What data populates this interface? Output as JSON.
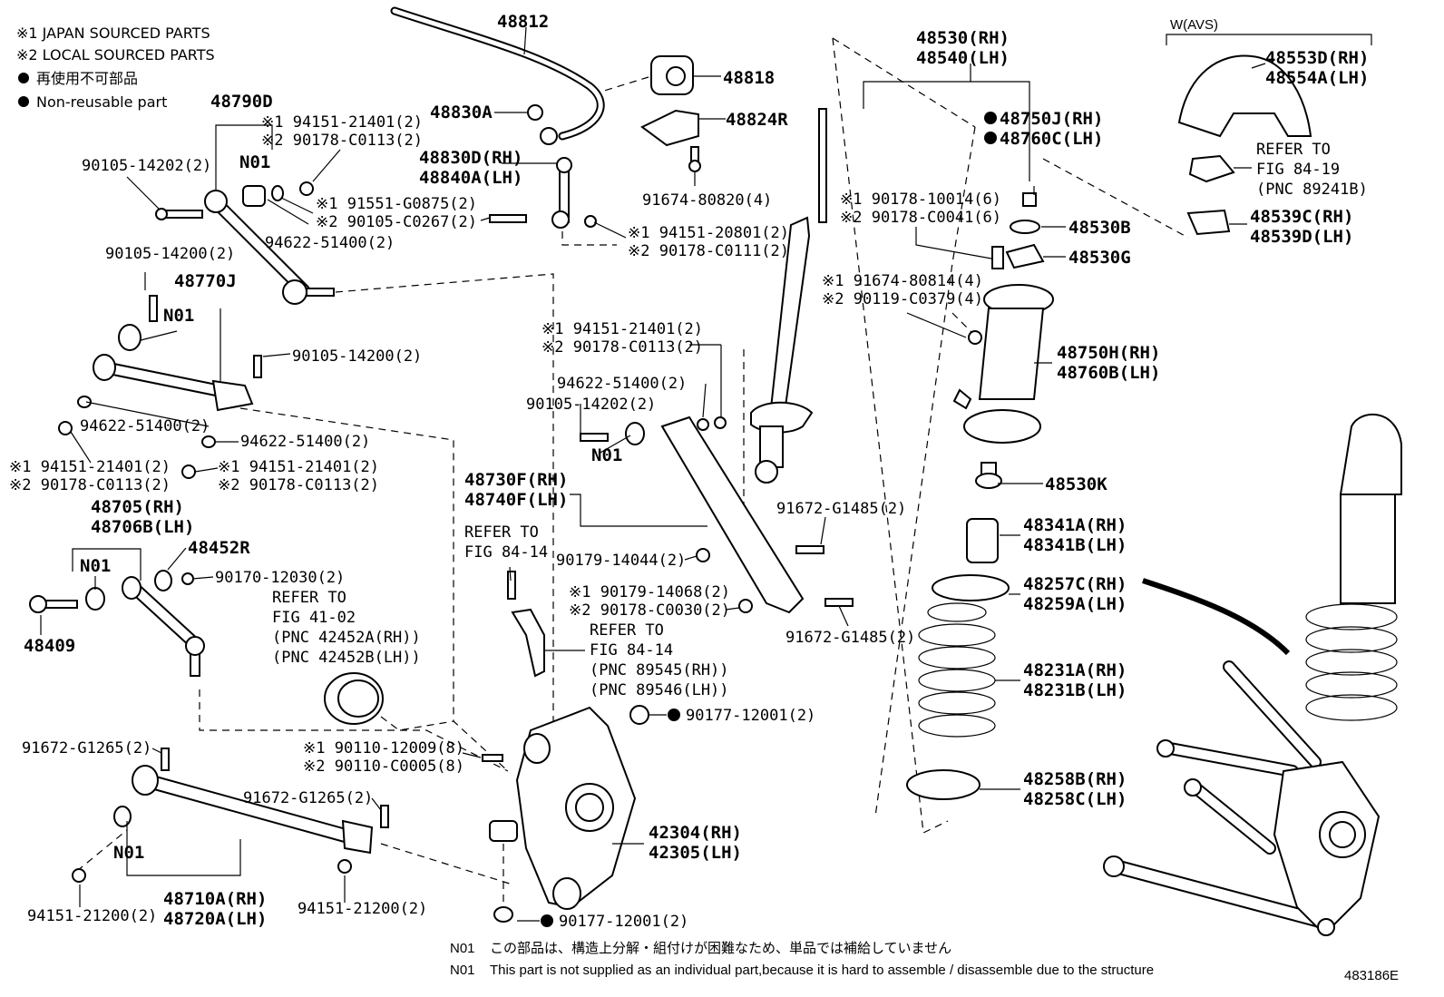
{
  "legend": {
    "japan": "※1 JAPAN SOURCED PARTS",
    "local": "※2 LOCAL SOURCED PARTS",
    "nonreuse_jp": "再使用不可部品",
    "nonreuse_en": "Non-reusable part"
  },
  "labels": {
    "p48812": "48812",
    "p48818": "48818",
    "p48830A": "48830A",
    "p48824R": "48824R",
    "p48830D": "48830D(RH)",
    "p48840A": "48840A(LH)",
    "p91674_80820": "91674-80820(4)",
    "p48790D": "48790D",
    "p94151_21401_a": "※1 94151-21401(2)",
    "p90178_C0113_a": "※2 90178-C0113(2)",
    "n01_a": "N01",
    "p90105_14202_a": "90105-14202(2)",
    "p91551": "※1 91551-G0875(2)",
    "p90105_C0267": "※2 90105-C0267(2)",
    "p94622_a": "94622-51400(2)",
    "p94151_20801": "※1 94151-20801(2)",
    "p90178_C0111": "※2 90178-C0111(2)",
    "p90105_14200_a": "90105-14200(2)",
    "p48770J": "48770J",
    "n01_b": "N01",
    "p90105_14200_b": "90105-14200(2)",
    "p94622_b": "94622-51400(2)",
    "p94622_c": "94622-51400(2)",
    "p94151_21401_b": "※1 94151-21401(2)",
    "p90178_C0113_b": "※2 90178-C0113(2)",
    "p94151_21401_c": "※1 94151-21401(2)",
    "p90178_C0113_c": "※2 90178-C0113(2)",
    "p48705": "48705(RH)",
    "p48706B": "48706B(LH)",
    "p48452R": "48452R",
    "n01_c": "N01",
    "p90170": "90170-12030(2)",
    "refer41_1": "REFER TO",
    "refer41_2": "FIG 41-02",
    "refer41_3": "(PNC 42452A(RH))",
    "refer41_4": "(PNC 42452B(LH))",
    "p48409": "48409",
    "p94151_21401_d": "※1 94151-21401(2)",
    "p90178_C0113_d": "※2 90178-C0113(2)",
    "p94622_d": "94622-51400(2)",
    "p90105_14202_b": "90105-14202(2)",
    "n01_d": "N01",
    "p48730F": "48730F(RH)",
    "p48740F": "48740F(LH)",
    "refer84a_1": "REFER TO",
    "refer84a_2": "FIG 84-14",
    "p90179_14044": "90179-14044(2)",
    "p91672_G1485_a": "91672-G1485(2)",
    "p90179_14068": "※1 90179-14068(2)",
    "p90178_C0030": "※2 90178-C0030(2)",
    "p91672_G1485_b": "91672-G1485(2)",
    "refer84b_1": "REFER TO",
    "refer84b_2": "FIG 84-14",
    "refer84b_3": "(PNC 89545(RH))",
    "refer84b_4": "(PNC 89546(LH))",
    "p90177_a": "90177-12001(2)",
    "p91672_G1265_a": "91672-G1265(2)",
    "p90110_12009": "※1 90110-12009(8)",
    "p90110_C0005": "※2 90110-C0005(8)",
    "p91672_G1265_b": "91672-G1265(2)",
    "n01_e": "N01",
    "p42304": "42304(RH)",
    "p42305": "42305(LH)",
    "p48710A": "48710A(RH)",
    "p48720A": "48720A(LH)",
    "p94151_21200_a": "94151-21200(2)",
    "p94151_21200_b": "94151-21200(2)",
    "p90177_b": "90177-12001(2)",
    "p48530": "48530(RH)",
    "p48540": "48540(LH)",
    "p48750J": "48750J(RH)",
    "p48760C": "48760C(LH)",
    "p90178_10014": "※1 90178-10014(6)",
    "p90178_C0041": "※2 90178-C0041(6)",
    "p48530B": "48530B",
    "p48530G": "48530G",
    "p91674_80814": "※1 91674-80814(4)",
    "p90119_C0379": "※2 90119-C0379(4)",
    "p48750H": "48750H(RH)",
    "p48760B": "48760B(LH)",
    "p48530K": "48530K",
    "p48341A": "48341A(RH)",
    "p48341B": "48341B(LH)",
    "p48257C": "48257C(RH)",
    "p48259A": "48259A(LH)",
    "p48231A": "48231A(RH)",
    "p48231B": "48231B(LH)",
    "p48258B": "48258B(RH)",
    "p48258C": "48258C(LH)",
    "avs": "W(AVS)",
    "p48553D": "48553D(RH)",
    "p48554A": "48554A(LH)",
    "refer84c_1": "REFER TO",
    "refer84c_2": "FIG 84-19",
    "refer84c_3": "(PNC 89241B)",
    "p48539C": "48539C(RH)",
    "p48539D": "48539D(LH)"
  },
  "notes": {
    "n01_tag_jp": "N01",
    "n01_jp": "この部品は、構造上分解・組付けが困難なため、単品では補給していません",
    "n01_tag_en": "N01",
    "n01_en": "This part is not supplied as an individual part,because it is hard to assemble / disassemble due to the structure",
    "figure_id": "483186E"
  }
}
